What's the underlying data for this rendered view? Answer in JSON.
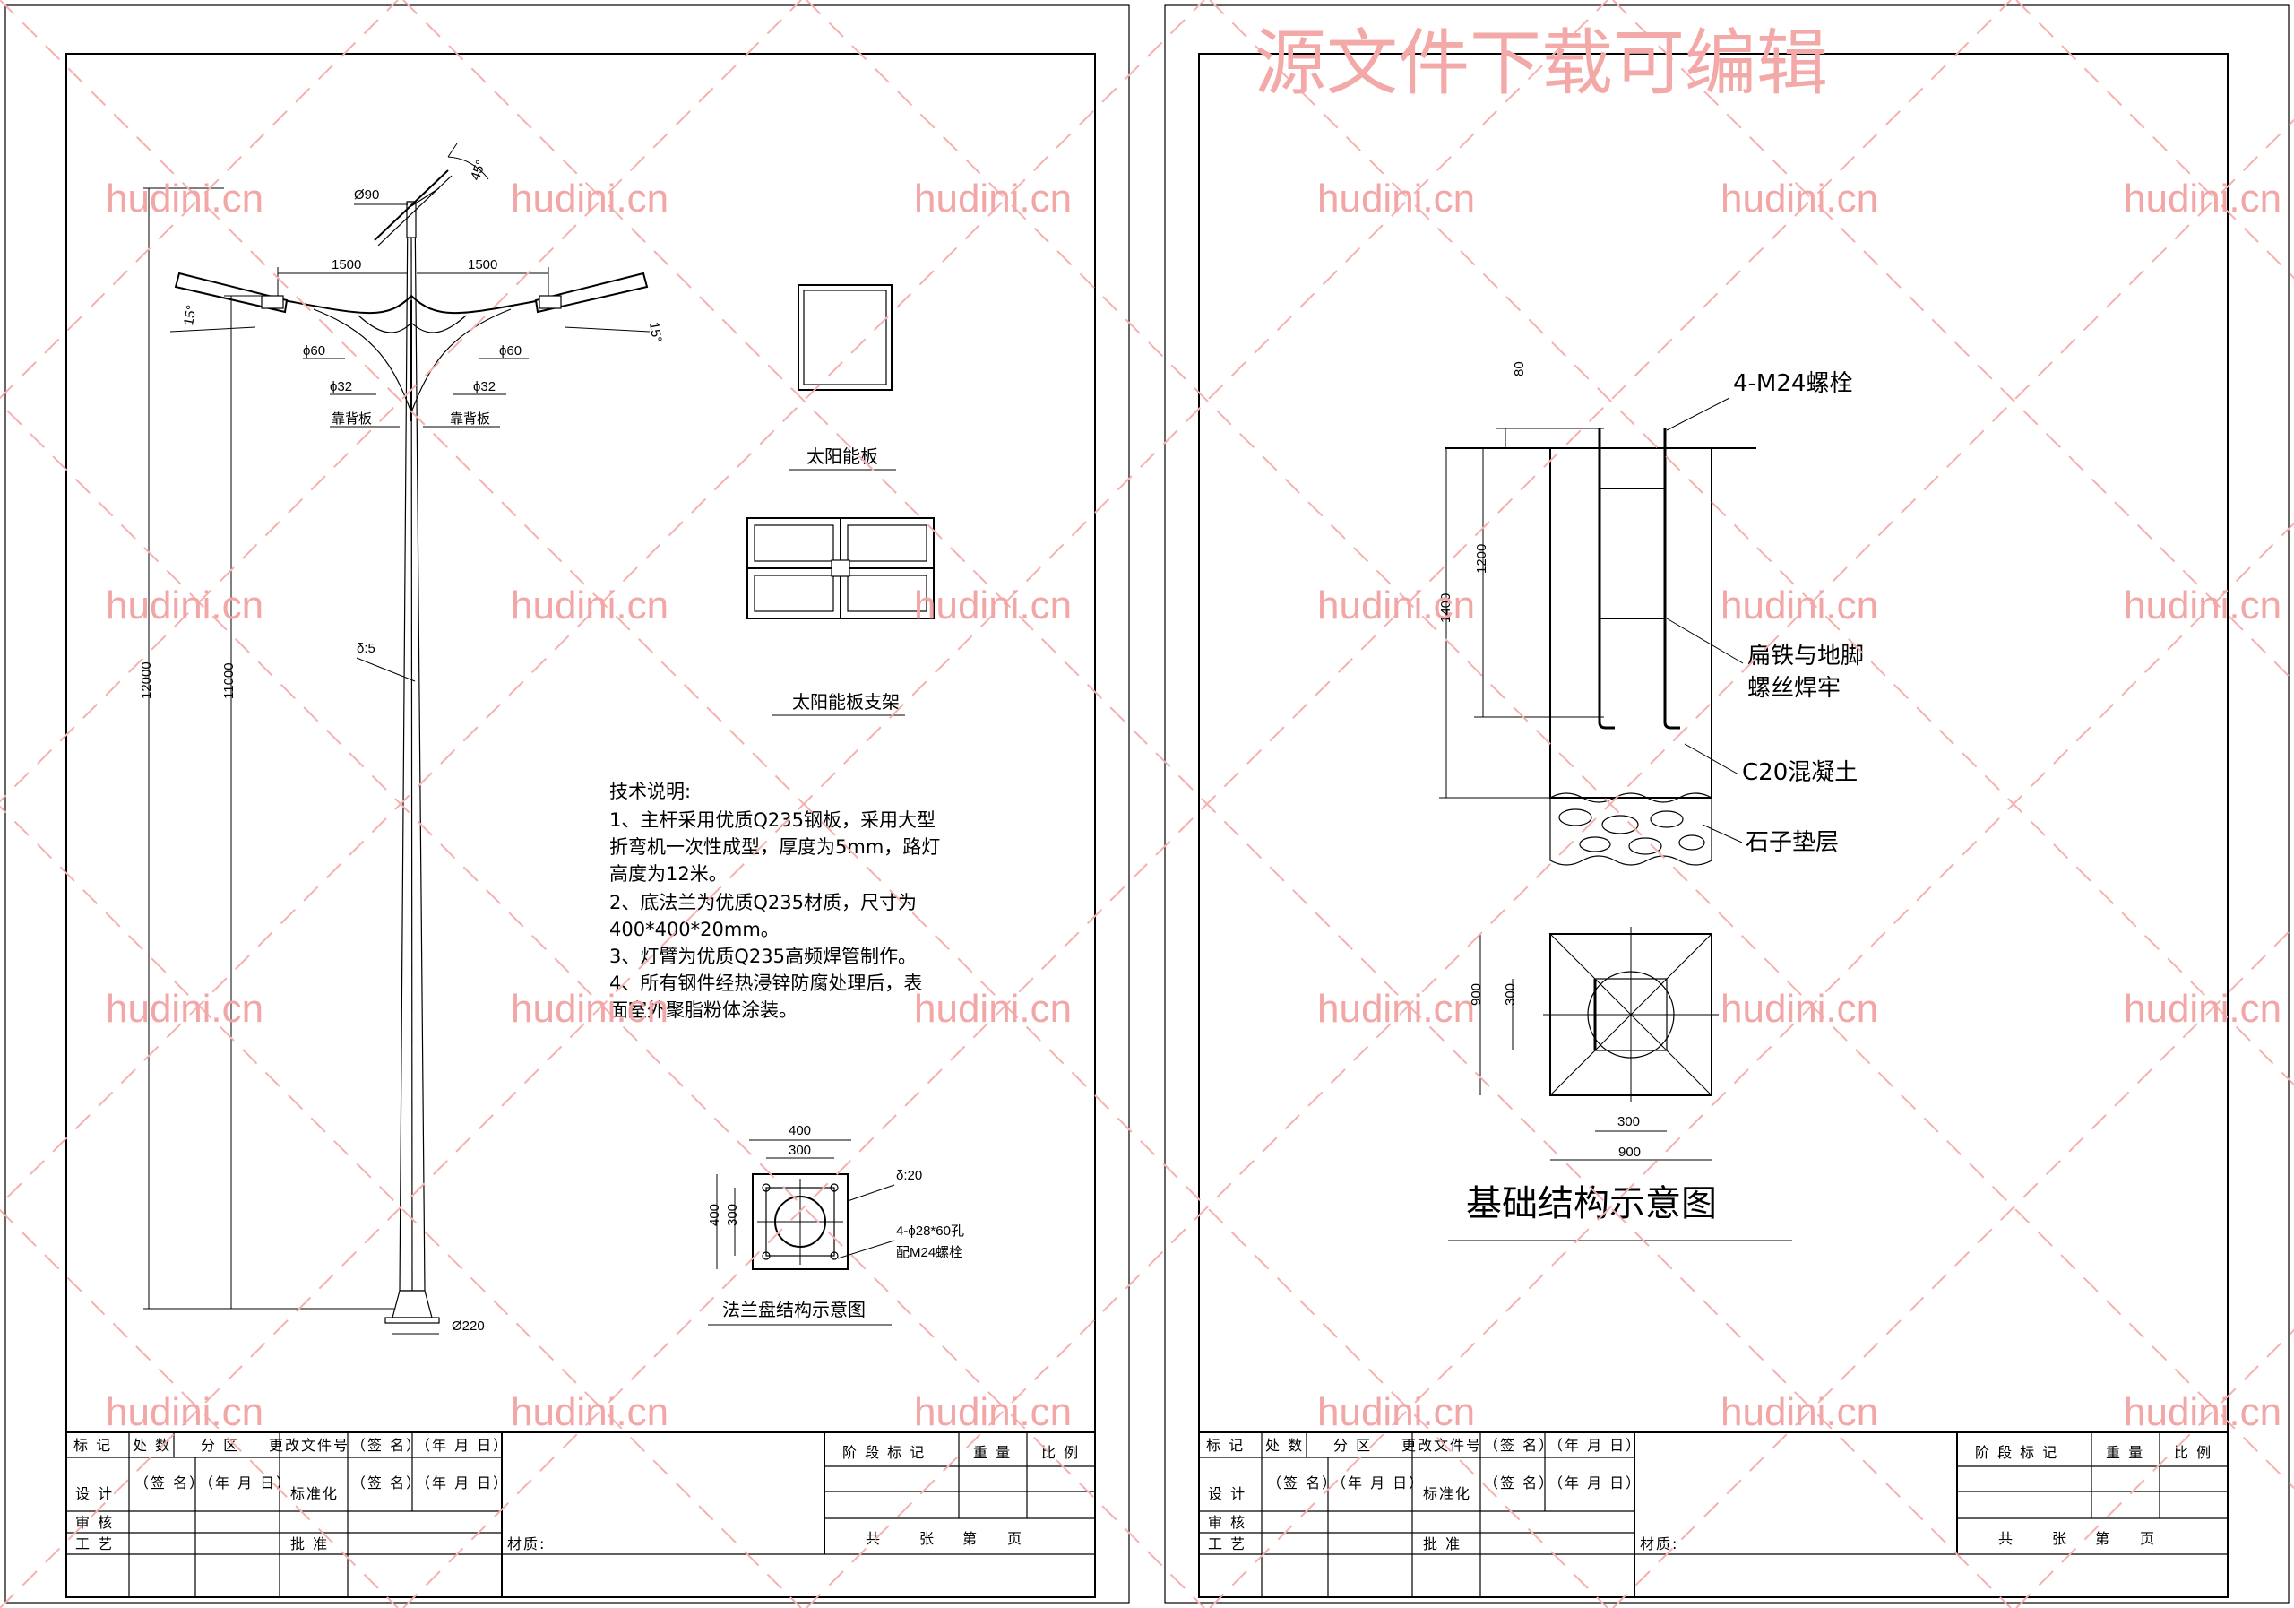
{
  "watermark": {
    "top_text": "源文件下载可编辑",
    "repeat_text": "hudini.cn"
  },
  "sheet1": {
    "pole_dims": {
      "dia_top": "Ø90",
      "angle_panel": "45°",
      "arm_left": "1500",
      "arm_right": "1500",
      "tilt_left": "15°",
      "tilt_right": "15°",
      "arm_pipe_left": "ϕ60",
      "arm_pipe_right": "ϕ60",
      "brace_left": "ϕ32",
      "brace_right": "ϕ32",
      "backing_left": "靠背板",
      "backing_right": "靠背板",
      "thickness": "δ:5",
      "height_total": "12000",
      "height_light": "11000",
      "dia_base": "Ø220"
    },
    "solar_panel_label": "太阳能板",
    "solar_bracket_label": "太阳能板支架",
    "notes": {
      "title": "技术说明:",
      "lines": [
        "1、主杆采用优质Q235钢板，采用大型",
        "折弯机一次性成型，厚度为5mm，路灯",
        "高度为12米。",
        "2、底法兰为优质Q235材质，尺寸为",
        "400*400*20mm。",
        "3、灯臂为优质Q235高频焊管制作。",
        "4、所有钢件经热浸锌防腐处理后，表",
        "面室外聚脂粉体涂装。"
      ]
    },
    "flange": {
      "dim_outer": "400",
      "dim_inner": "300",
      "dim_side_outer": "400",
      "dim_side_inner": "300",
      "thickness": "δ:20",
      "holes": "4-ϕ28*60孔",
      "bolts": "配M24螺栓",
      "caption": "法兰盘结构示意图"
    }
  },
  "sheet2": {
    "bolt_label": "4-M24螺栓",
    "dim_80": "80",
    "dim_1200": "1200",
    "dim_1400": "1400",
    "weld_label_1": "扁铁与地脚",
    "weld_label_2": "螺丝焊牢",
    "concrete_label": "C20混凝土",
    "gravel_label": "石子垫层",
    "plan": {
      "dim_900_side": "900",
      "dim_300_side": "300",
      "dim_300_bottom": "300",
      "dim_900_bottom": "900"
    },
    "caption": "基础结构示意图"
  },
  "title_block": {
    "r1": [
      "标 记",
      "处 数",
      "分 区",
      "更改文件号",
      "（签 名）",
      "（年 月 日）"
    ],
    "r2": [
      "设 计",
      "（签 名）",
      "（年 月 日）",
      "标准化",
      "（签 名）",
      "（年 月 日）"
    ],
    "r3": [
      "审 核"
    ],
    "r4": [
      "工 艺",
      "批 准",
      "材质:"
    ],
    "right_top": [
      "阶 段 标 记",
      "重 量",
      "比 例"
    ],
    "right_bottom": [
      "共",
      "张",
      "第",
      "页"
    ]
  }
}
